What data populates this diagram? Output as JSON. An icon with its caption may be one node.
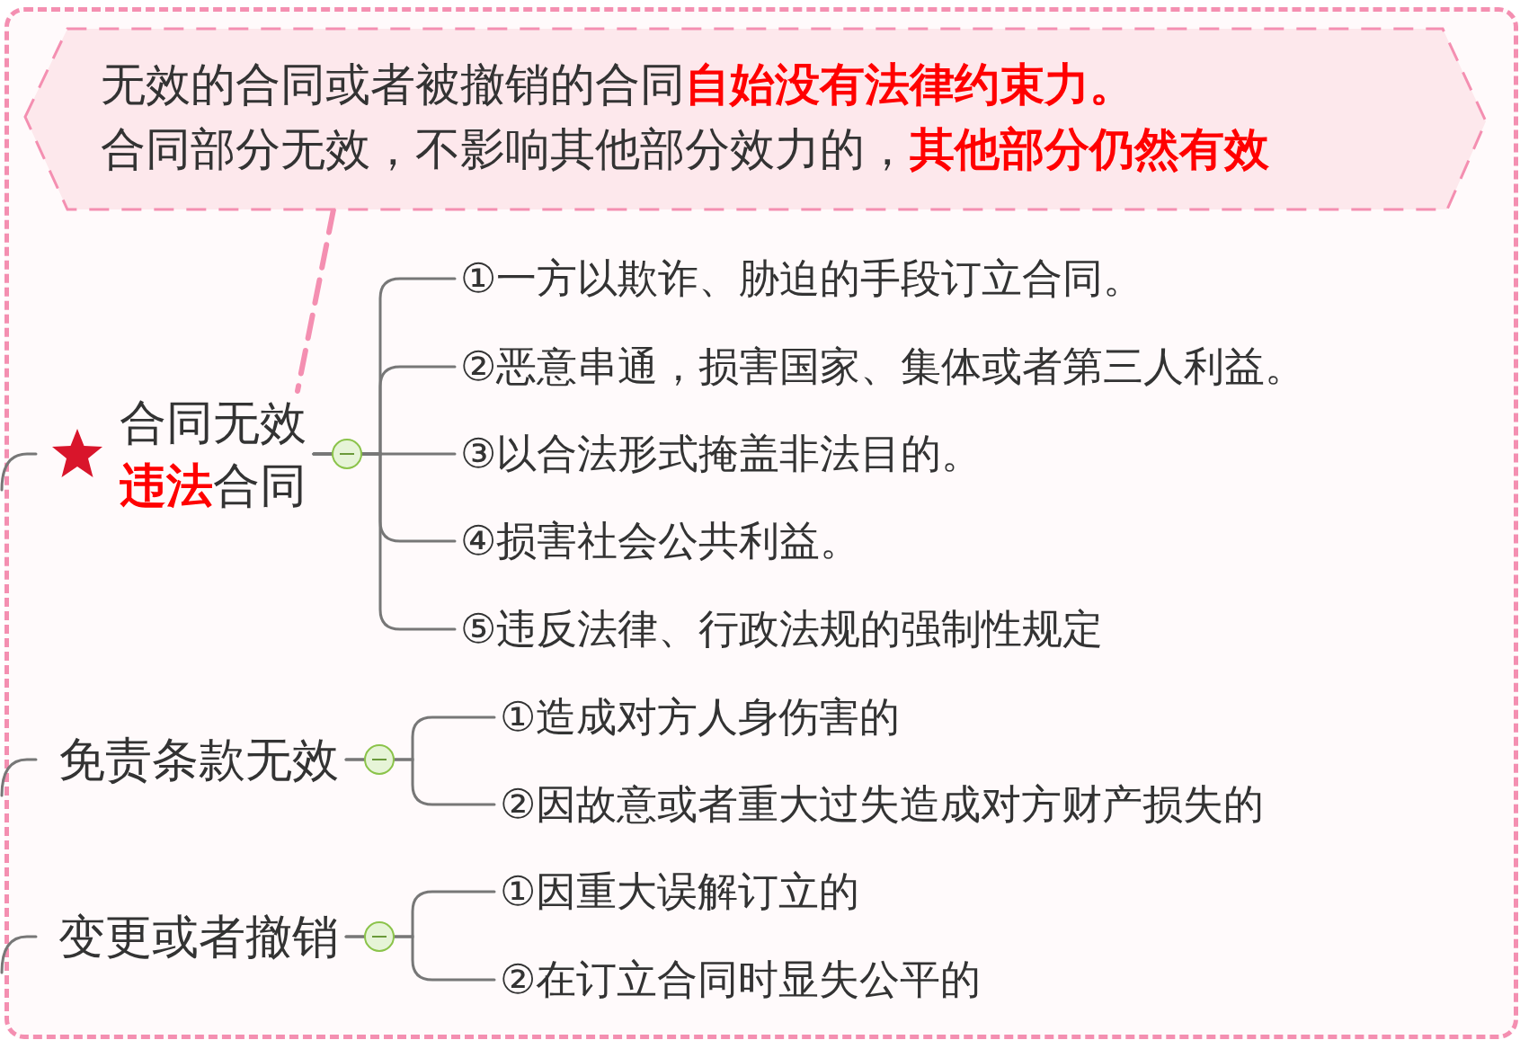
{
  "diagram": {
    "nodes": [
      {
        "text": [
          "无效的合同或者被撤销的合同**自始没有法律约束力。**",
          "合同部分无效，不影响其他部分效力的，**其他部分仍然有效**"
        ]
      },
      {
        "text": [
          "合同无效",
          "**违法**合同"
        ]
      },
      {
        "text": [
          "①一方以欺诈、胁迫的手段订立合同。"
        ]
      },
      {
        "text": [
          "②恶意串通，损害国家、集体或者第三人利益。"
        ]
      },
      {
        "text": [
          "③以合法形式掩盖非法目的。"
        ]
      },
      {
        "text": [
          "④损害社会公共利益。"
        ]
      },
      {
        "text": [
          "⑤违反法律、行政法规的强制性规定"
        ]
      },
      {
        "text": [
          "免责条款无效"
        ]
      },
      {
        "text": [
          "①造成对方人身伤害的"
        ]
      },
      {
        "text": [
          "②因故意或者重大过失造成对方财产损失的"
        ]
      },
      {
        "text": [
          "变更或者撤销"
        ]
      },
      {
        "text": [
          "①因重大误解订立的"
        ]
      },
      {
        "text": [
          "②在订立合同时显失公平的"
        ]
      }
    ],
    "edges": [
      {
        "from": 0,
        "to": 1,
        "arrow": "none",
        "style": "dashed",
        "color": "#f48fb1"
      },
      {
        "from": null,
        "to": 1,
        "arrow": "none"
      },
      {
        "from": 1,
        "to": 2,
        "arrow": "none"
      },
      {
        "from": 1,
        "to": 3,
        "arrow": "none"
      },
      {
        "from": 1,
        "to": 4,
        "arrow": "none"
      },
      {
        "from": 1,
        "to": 5,
        "arrow": "none"
      },
      {
        "from": 1,
        "to": 6,
        "arrow": "none"
      },
      {
        "from": null,
        "to": 7,
        "arrow": "none"
      },
      {
        "from": 7,
        "to": 8,
        "arrow": "none"
      },
      {
        "from": 7,
        "to": 9,
        "arrow": "none"
      },
      {
        "from": null,
        "to": 10,
        "arrow": "none"
      },
      {
        "from": 10,
        "to": 11,
        "arrow": "none"
      },
      {
        "from": 10,
        "to": 12,
        "arrow": "none"
      }
    ]
  }
}
